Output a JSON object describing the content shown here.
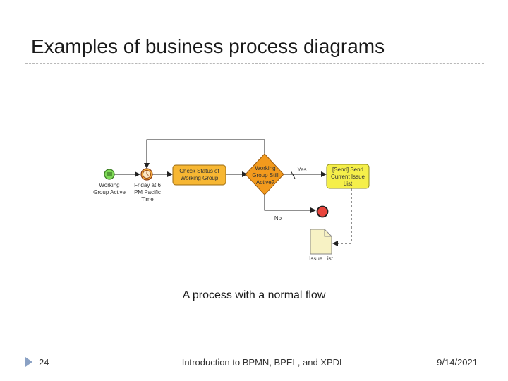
{
  "slide": {
    "title": "Examples of business process diagrams",
    "caption": "A process with a normal flow"
  },
  "diagram": {
    "start_event_label": "Working Group Active",
    "timer_event_label": "Friday at 6 PM Pacific Time",
    "task_check_label": "Check Status of Working Group",
    "gateway_label": "Working Group Still Active?",
    "yes_label": "Yes",
    "no_label": "No",
    "task_send_label": "[Send] Send Current Issue List",
    "data_object_label": "Issue List",
    "colors": {
      "task_fill": "#f7b733",
      "send_fill": "#f5ef4a",
      "gateway_fill": "#f29a1d",
      "start_fill": "#7ed957",
      "end_fill": "#e8453c",
      "data_fill": "#f7f2c4"
    }
  },
  "footer": {
    "page_number": "24",
    "center_text": "Introduction to BPMN, BPEL, and XPDL",
    "date": "9/14/2021"
  }
}
